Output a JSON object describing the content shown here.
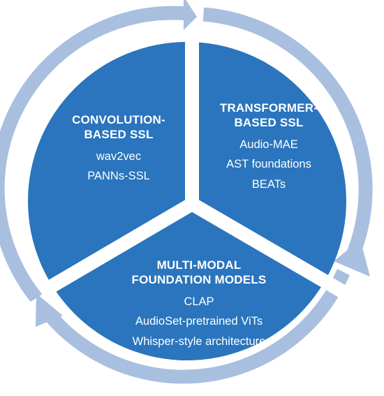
{
  "colors": {
    "segment_fill": "#2a75bd",
    "arrow_fill": "#a9bfdf",
    "gap": "#ffffff",
    "text": "#ffffff"
  },
  "segments": [
    {
      "id": "convolution",
      "title_lines": [
        "CONVOLUTION-",
        "BASED SSL"
      ],
      "items": [
        "wav2vec",
        "PANNs-SSL"
      ]
    },
    {
      "id": "transformer",
      "title_lines": [
        "TRANSFORMER-",
        "BASED SSL"
      ],
      "items": [
        "Audio-MAE",
        "AST foundations",
        "BEATs"
      ]
    },
    {
      "id": "multimodal",
      "title_lines": [
        "MULTI-MODAL",
        "FOUNDATION MODELS"
      ],
      "items": [
        "CLAP",
        "AudioSet-pretrained ViTs",
        "Whisper-style architecture"
      ]
    }
  ]
}
